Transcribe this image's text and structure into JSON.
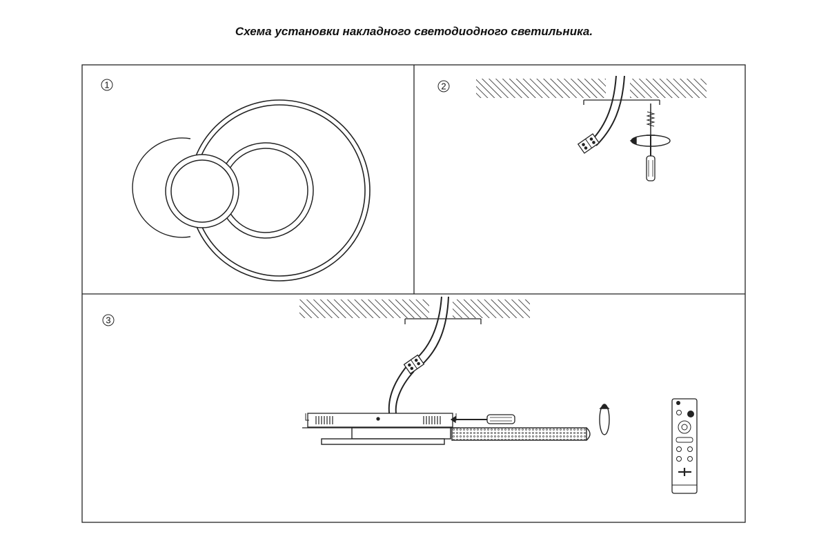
{
  "title": "Схема установки накладного светодиодного светильника.",
  "panels": [
    {
      "number": "1"
    },
    {
      "number": "2"
    },
    {
      "number": "3"
    }
  ]
}
